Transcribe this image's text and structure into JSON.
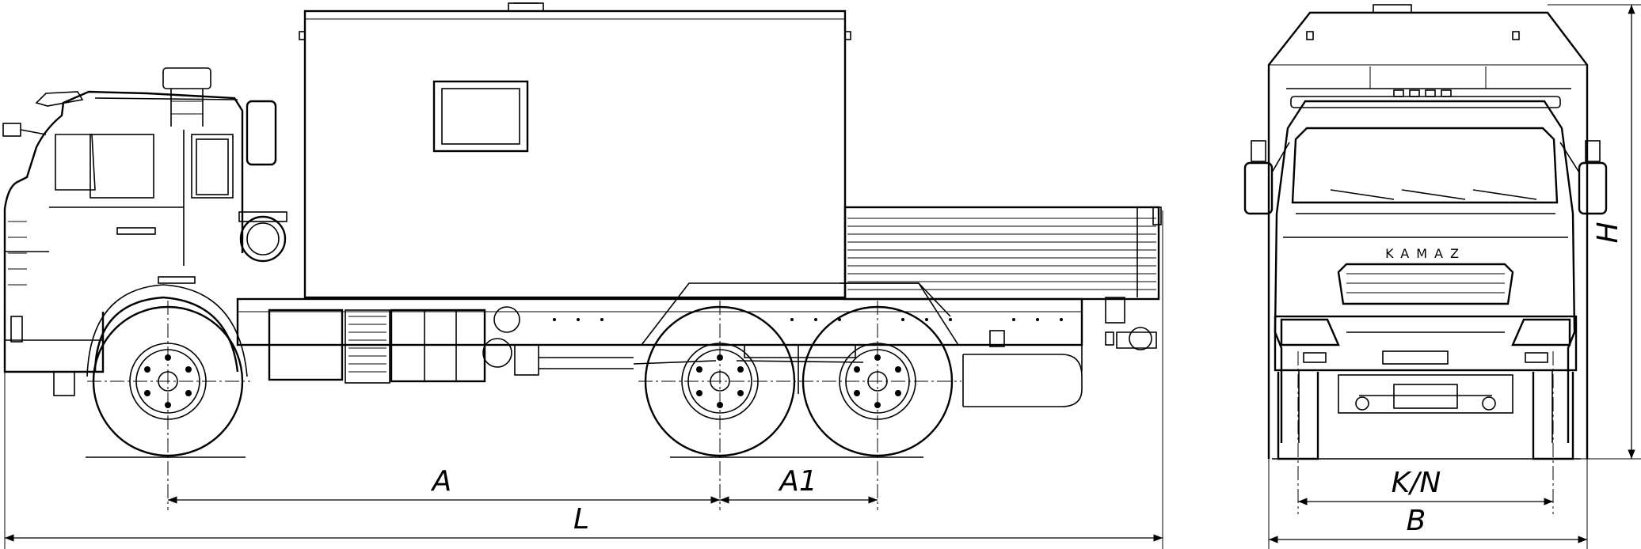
{
  "dimensions": {
    "A": "A",
    "A1": "A1",
    "L": "L",
    "H": "H",
    "KN": "K/N",
    "B": "B"
  },
  "front_view": {
    "brand": "KAMAZ"
  }
}
